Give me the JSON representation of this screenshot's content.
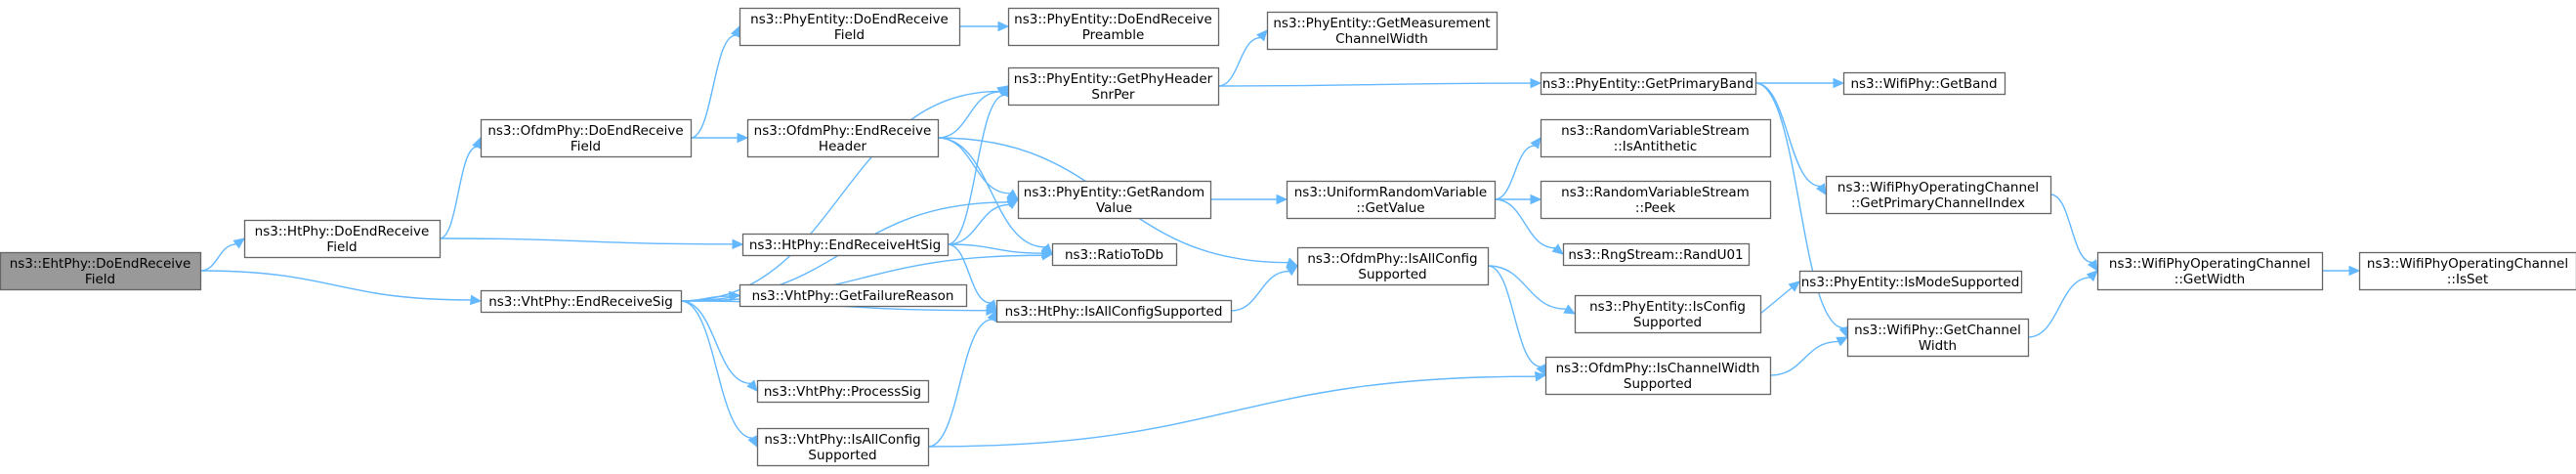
{
  "nodes": [
    {
      "id": "n1",
      "lines": [
        "ns3::EhtPhy::DoEndReceive",
        "Field"
      ],
      "root": true
    },
    {
      "id": "n2",
      "lines": [
        "ns3::HtPhy::DoEndReceive",
        "Field"
      ]
    },
    {
      "id": "n3",
      "lines": [
        "ns3::OfdmPhy::DoEndReceive",
        "Field"
      ]
    },
    {
      "id": "n4",
      "lines": [
        "ns3::VhtPhy::EndReceiveSig"
      ]
    },
    {
      "id": "n5",
      "lines": [
        "ns3::PhyEntity::DoEndReceive",
        "Field"
      ]
    },
    {
      "id": "n6",
      "lines": [
        "ns3::OfdmPhy::EndReceive",
        "Header"
      ]
    },
    {
      "id": "n7",
      "lines": [
        "ns3::HtPhy::EndReceiveHtSig"
      ]
    },
    {
      "id": "n8",
      "lines": [
        "ns3::VhtPhy::GetFailureReason"
      ]
    },
    {
      "id": "n9",
      "lines": [
        "ns3::VhtPhy::ProcessSig"
      ]
    },
    {
      "id": "n10",
      "lines": [
        "ns3::VhtPhy::IsAllConfig",
        "Supported"
      ]
    },
    {
      "id": "n11",
      "lines": [
        "ns3::PhyEntity::DoEndReceive",
        "Preamble"
      ]
    },
    {
      "id": "n12",
      "lines": [
        "ns3::PhyEntity::GetPhyHeader",
        "SnrPer"
      ]
    },
    {
      "id": "n13",
      "lines": [
        "ns3::PhyEntity::GetRandom",
        "Value"
      ]
    },
    {
      "id": "n14",
      "lines": [
        "ns3::RatioToDb"
      ]
    },
    {
      "id": "n15",
      "lines": [
        "ns3::HtPhy::IsAllConfigSupported"
      ]
    },
    {
      "id": "n16",
      "lines": [
        "ns3::PhyEntity::GetMeasurement",
        "ChannelWidth"
      ]
    },
    {
      "id": "n17",
      "lines": [
        "ns3::UniformRandomVariable",
        "::GetValue"
      ]
    },
    {
      "id": "n18",
      "lines": [
        "ns3::OfdmPhy::IsAllConfig",
        "Supported"
      ]
    },
    {
      "id": "n19",
      "lines": [
        "ns3::PhyEntity::GetPrimaryBand"
      ]
    },
    {
      "id": "n20",
      "lines": [
        "ns3::RandomVariableStream",
        "::IsAntithetic"
      ]
    },
    {
      "id": "n21",
      "lines": [
        "ns3::RandomVariableStream",
        "::Peek"
      ]
    },
    {
      "id": "n22",
      "lines": [
        "ns3::RngStream::RandU01"
      ]
    },
    {
      "id": "n23",
      "lines": [
        "ns3::PhyEntity::IsConfig",
        "Supported"
      ]
    },
    {
      "id": "n24",
      "lines": [
        "ns3::OfdmPhy::IsChannelWidth",
        "Supported"
      ]
    },
    {
      "id": "n25",
      "lines": [
        "ns3::WifiPhy::GetBand"
      ]
    },
    {
      "id": "n26",
      "lines": [
        "ns3::WifiPhyOperatingChannel",
        "::GetPrimaryChannelIndex"
      ]
    },
    {
      "id": "n27",
      "lines": [
        "ns3::PhyEntity::IsModeSupported"
      ]
    },
    {
      "id": "n28",
      "lines": [
        "ns3::WifiPhy::GetChannel",
        "Width"
      ]
    },
    {
      "id": "n29",
      "lines": [
        "ns3::WifiPhyOperatingChannel",
        "::GetWidth"
      ]
    },
    {
      "id": "n30",
      "lines": [
        "ns3::WifiPhyOperatingChannel",
        "::IsSet"
      ]
    }
  ],
  "edges": [
    [
      "n1",
      "n2"
    ],
    [
      "n1",
      "n4"
    ],
    [
      "n2",
      "n3"
    ],
    [
      "n2",
      "n7"
    ],
    [
      "n3",
      "n5"
    ],
    [
      "n3",
      "n6"
    ],
    [
      "n5",
      "n11"
    ],
    [
      "n6",
      "n12"
    ],
    [
      "n6",
      "n13"
    ],
    [
      "n6",
      "n14"
    ],
    [
      "n6",
      "n18"
    ],
    [
      "n7",
      "n12"
    ],
    [
      "n7",
      "n13"
    ],
    [
      "n7",
      "n14"
    ],
    [
      "n7",
      "n15"
    ],
    [
      "n4",
      "n12"
    ],
    [
      "n4",
      "n13"
    ],
    [
      "n4",
      "n14"
    ],
    [
      "n4",
      "n8"
    ],
    [
      "n4",
      "n9"
    ],
    [
      "n4",
      "n10"
    ],
    [
      "n4",
      "n15"
    ],
    [
      "n10",
      "n15"
    ],
    [
      "n10",
      "n24"
    ],
    [
      "n12",
      "n16"
    ],
    [
      "n12",
      "n19"
    ],
    [
      "n13",
      "n17"
    ],
    [
      "n15",
      "n18"
    ],
    [
      "n17",
      "n20"
    ],
    [
      "n17",
      "n21"
    ],
    [
      "n17",
      "n22"
    ],
    [
      "n18",
      "n23"
    ],
    [
      "n18",
      "n24"
    ],
    [
      "n19",
      "n25"
    ],
    [
      "n19",
      "n26"
    ],
    [
      "n19",
      "n28"
    ],
    [
      "n23",
      "n27"
    ],
    [
      "n24",
      "n28"
    ],
    [
      "n26",
      "n29"
    ],
    [
      "n28",
      "n29"
    ],
    [
      "n29",
      "n30"
    ]
  ]
}
